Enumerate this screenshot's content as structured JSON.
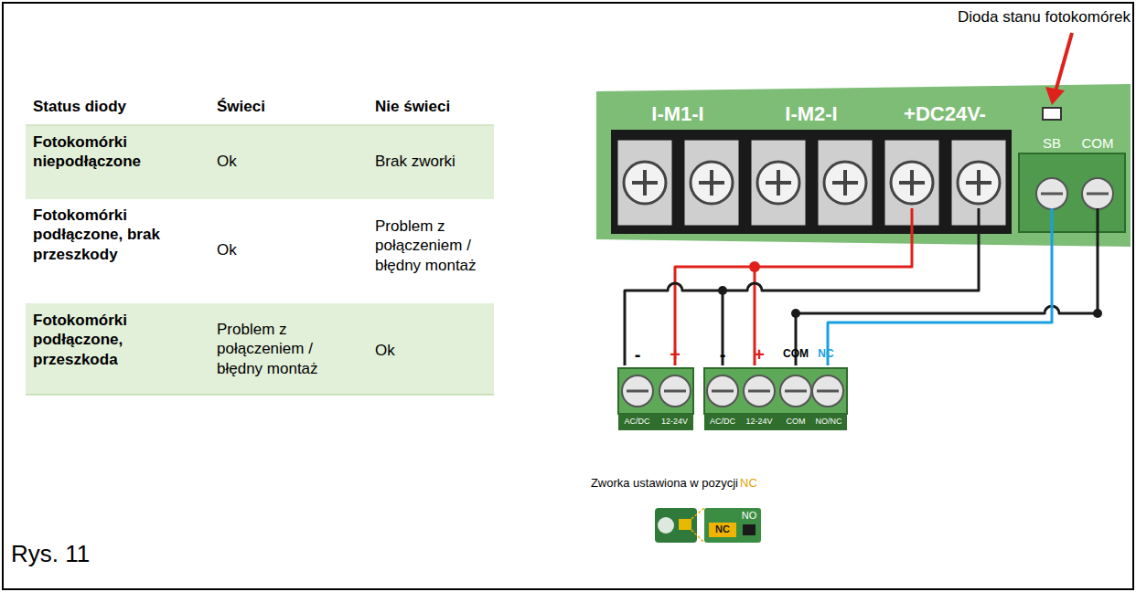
{
  "diagram": {
    "caption": "Rys. 11",
    "labels": [
      "Dioda stanu fotokomórek",
      "Status diody",
      "Świeci",
      "Nie świeci",
      "Fotokomórki niepodłączone",
      "Ok",
      "Brak zworki",
      "Fotokomórki podłączone, brak przeszkody",
      "Ok",
      "Problem z połączeniem / błędny montaż",
      "Fotokomórki podłączone, przeszkoda",
      "Problem z połączeniem / błędny montaż",
      "Ok",
      "I-M1-I",
      "I-M2-I",
      "+DC24V-",
      "SB",
      "COM",
      "-",
      "+",
      "-",
      "+",
      "COM",
      "NC",
      "AC/DC",
      "12-24V",
      "AC/DC",
      "12-24V",
      "COM",
      "NO/NC",
      "Zworka ustawiona w pozycji",
      "NC",
      "NC",
      "NO"
    ]
  }
}
